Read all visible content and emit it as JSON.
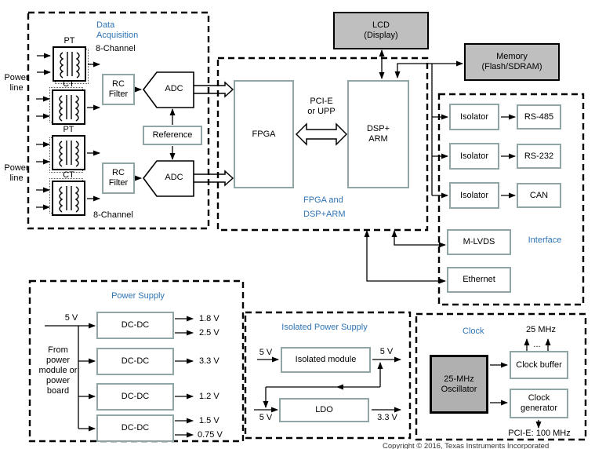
{
  "da": {
    "title": "Data\nAcquisition",
    "ch_top": "8-Channel",
    "ch_bot": "8-Channel",
    "pt": "PT",
    "ct": "CT",
    "power_line": "Power\nline",
    "rc": "RC\nFilter",
    "adc": "ADC",
    "ref": "Reference"
  },
  "proc": {
    "title": "FPGA and\nDSP+ARM",
    "fpga": "FPGA",
    "dsp": "DSP+\nARM",
    "bus": "PCI-E\nor UPP"
  },
  "top": {
    "lcd": "LCD\n(Display)",
    "memory": "Memory\n(Flash/SDRAM)"
  },
  "iface": {
    "title": "Interface",
    "isolator": "Isolator",
    "rs485": "RS-485",
    "rs232": "RS-232",
    "can": "CAN",
    "mlvds": "M-LVDS",
    "ethernet": "Ethernet"
  },
  "ps": {
    "title": "Power Supply",
    "vin": "5 V",
    "source": "From\npower\nmodule or\npower\nboard",
    "dcdc": "DC-DC",
    "v18": "1.8 V",
    "v25": "2.5 V",
    "v33": "3.3 V",
    "v12": "1.2 V",
    "v15": "1.5 V",
    "v075": "0.75 V"
  },
  "iso": {
    "title": "Isolated Power Supply",
    "module": "Isolated module",
    "ldo": "LDO",
    "vin_top": "5 V",
    "vout_top": "5 V",
    "vin_bot": "5 V",
    "vout_bot": "3.3 V"
  },
  "clk": {
    "title": "Clock",
    "osc": "25-MHz\nOscillator",
    "buffer": "Clock buffer",
    "gen": "Clock\ngenerator",
    "mhz25": "25 MHz",
    "dots": "...",
    "pcie100": "PCI-E: 100 MHz"
  },
  "footer": {
    "copyright": "Copyright © 2016, Texas Instruments Incorporated"
  },
  "colors": {
    "accent": "#2E74B5",
    "box_border": "#8FA5A6",
    "fill_gray": "#BFBFBF"
  }
}
